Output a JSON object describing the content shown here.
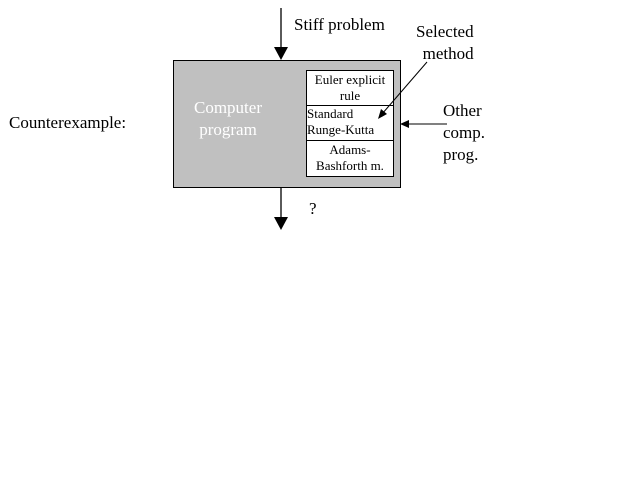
{
  "left_label": "Counterexample:",
  "input_label": "Stiff problem",
  "program_label": [
    "Computer",
    "program"
  ],
  "selected_label": [
    "Selected",
    "method"
  ],
  "other_label": [
    "Other",
    "comp.",
    "prog."
  ],
  "output_label": "?",
  "methods": [
    [
      "Euler explicit",
      "rule"
    ],
    [
      "Standard",
      "Runge-Kutta"
    ],
    [
      "Adams-",
      "Bashforth m."
    ]
  ]
}
